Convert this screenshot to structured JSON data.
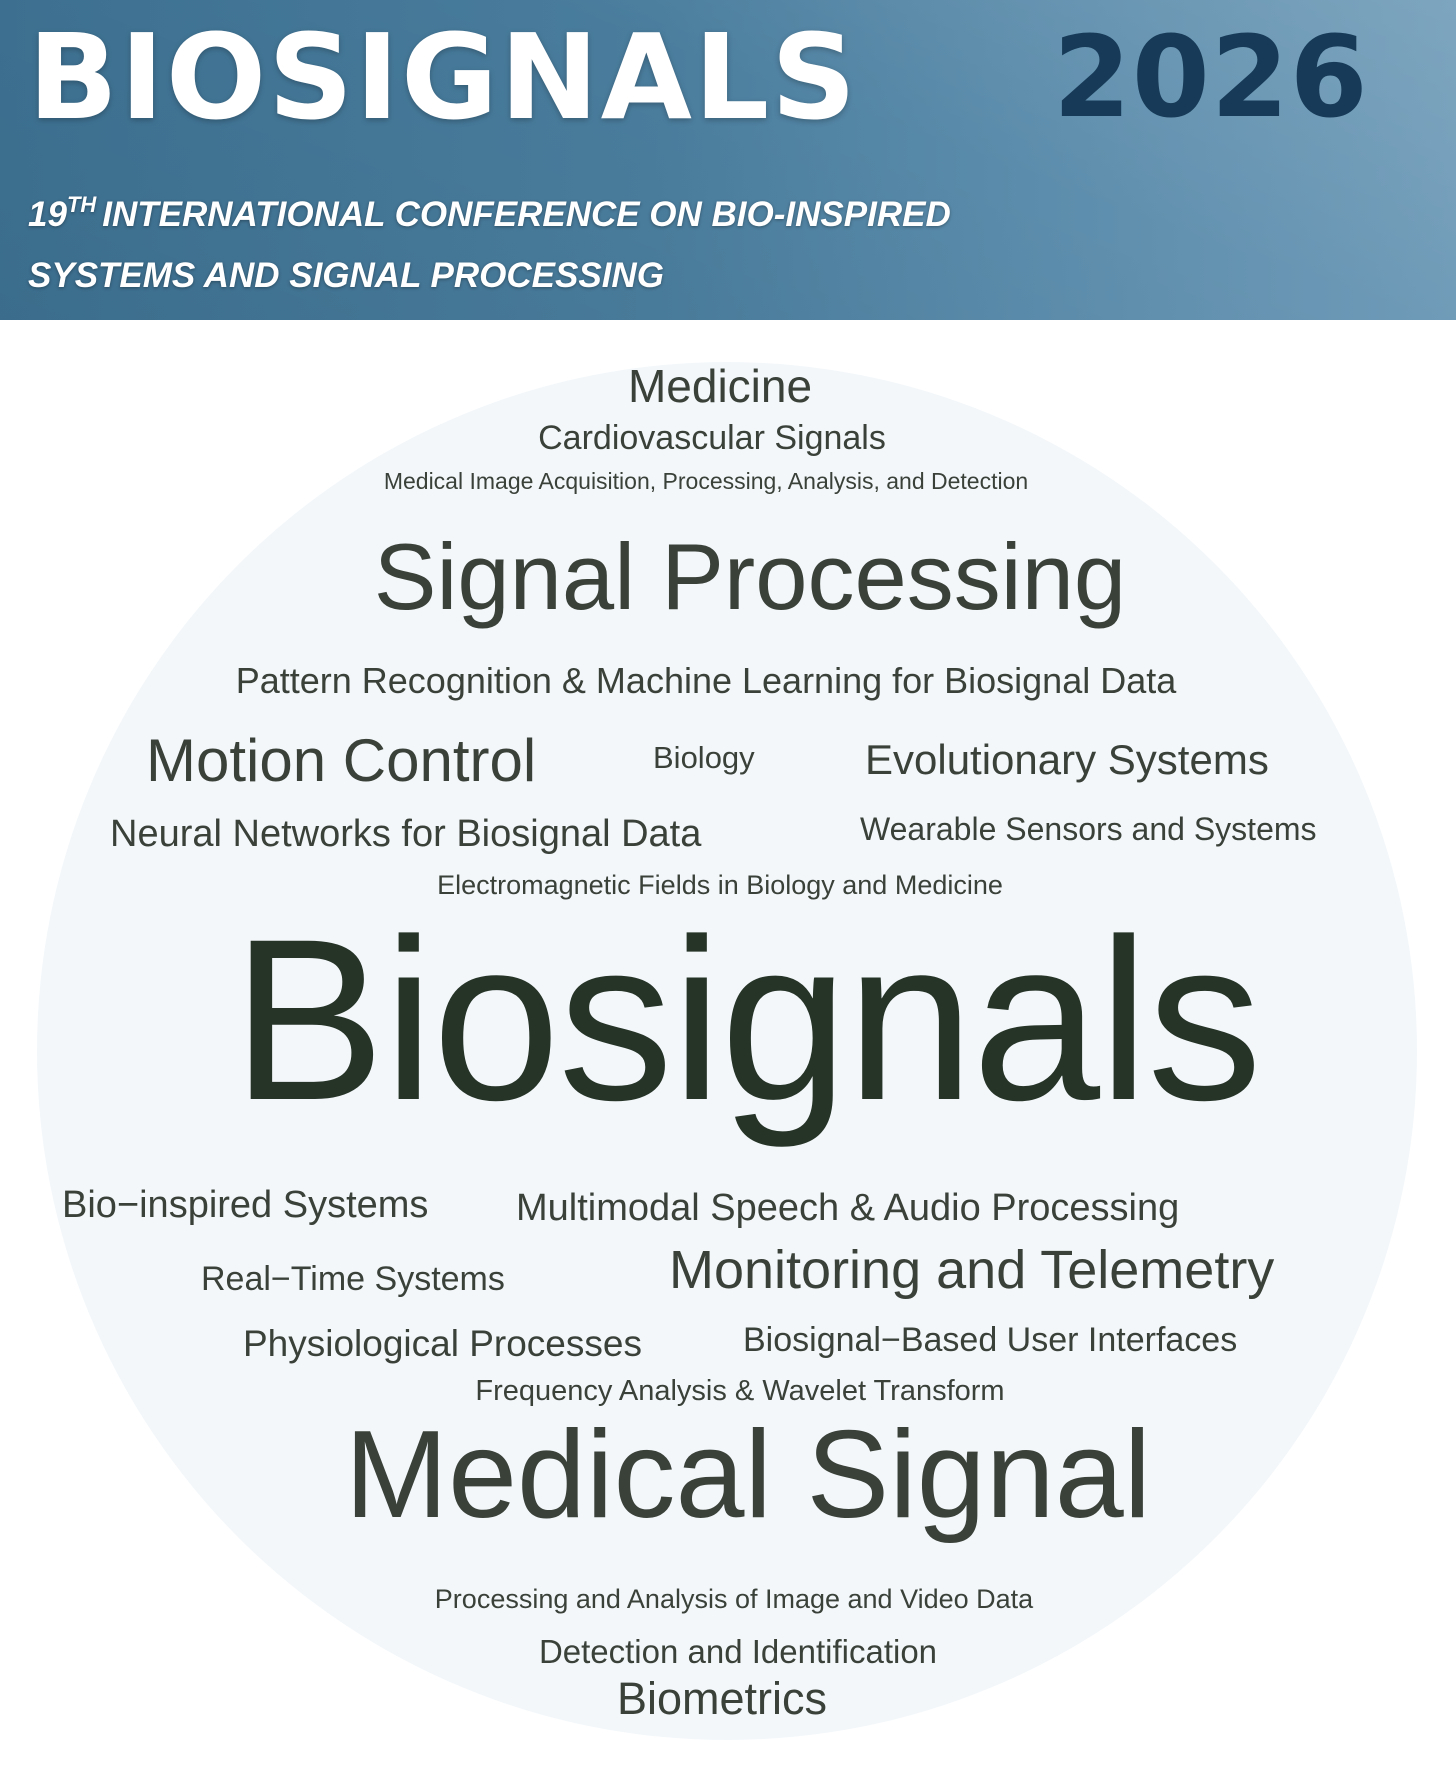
{
  "banner": {
    "title": "BIOSIGNALS",
    "year": "2026",
    "subtitle_ordinal_number": "19",
    "subtitle_ordinal_suffix": "TH",
    "subtitle_line1_rest": "INTERNATIONAL CONFERENCE ON BIO-INSPIRED",
    "subtitle_line2": "SYSTEMS AND SIGNAL PROCESSING",
    "colors": {
      "banner_blue": "#4a7d9d",
      "year_navy": "#163a57",
      "title_white": "#ffffff"
    }
  },
  "word_cloud": {
    "medicine": "Medicine",
    "cardiovascular_signals": "Cardiovascular Signals",
    "medical_image": "Medical Image Acquisition, Processing, Analysis, and Detection",
    "signal_processing": "Signal Processing",
    "pattern_recognition": "Pattern Recognition & Machine Learning for Biosignal Data",
    "motion_control": "Motion Control",
    "biology": "Biology",
    "evolutionary_systems": "Evolutionary Systems",
    "neural_networks": "Neural Networks for Biosignal Data",
    "wearable_sensors": "Wearable Sensors and Systems",
    "electromagnetic_fields": "Electromagnetic Fields in Biology and Medicine",
    "biosignals": "Biosignals",
    "bio_inspired_systems": "Bio−inspired Systems",
    "multimodal_speech": "Multimodal Speech & Audio Processing",
    "real_time_systems": "Real−Time Systems",
    "monitoring_telemetry": "Monitoring and Telemetry",
    "physiological_processes": "Physiological Processes",
    "biosignal_user_interfaces": "Biosignal−Based User Interfaces",
    "frequency_analysis": "Frequency Analysis & Wavelet Transform",
    "medical_signal": "Medical Signal",
    "image_video_data": "Processing and Analysis of Image and Video Data",
    "detection_identification": "Detection and Identification",
    "biometrics": "Biometrics",
    "colors": {
      "text": "#3a4139",
      "circle_bg": "#f3f7fa"
    }
  }
}
